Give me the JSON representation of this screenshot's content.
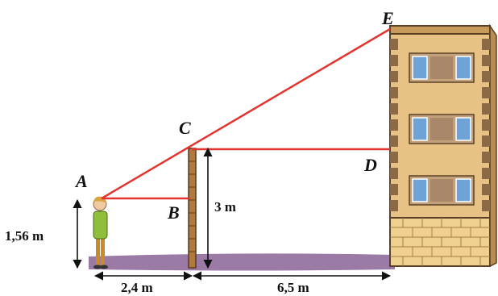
{
  "points": {
    "A": "A",
    "B": "B",
    "C": "C",
    "D": "D",
    "E": "E"
  },
  "measures": {
    "person_height": "1,56 m",
    "pole_height": "3 m",
    "dist_person_pole": "2,4 m",
    "dist_pole_building": "6,5 m"
  },
  "colors": {
    "sight_line": "#e3342f",
    "ground": "#9b7aa6",
    "building_wall": "#e8c184",
    "building_stone": "#8b6a45",
    "building_brick": "#f0d08f",
    "window_glass": "#6fa3d8",
    "pole": "#b07a3e",
    "person_shirt": "#8fbf3a",
    "person_pants": "#c98a2b"
  }
}
